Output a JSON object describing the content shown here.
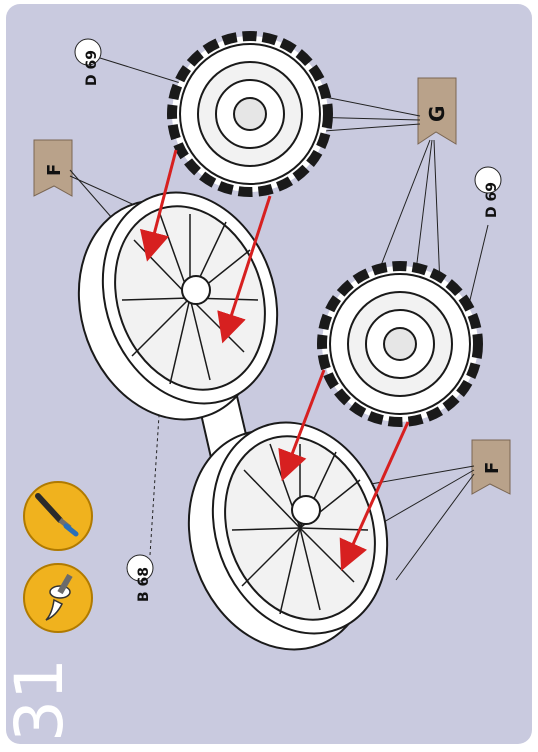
{
  "step_number": "31",
  "labels": {
    "d69_top": "D 69",
    "d69_right": "D 69",
    "b68": "B 68",
    "flag_f_top": "F",
    "flag_f_bottom": "F",
    "flag_g": "G"
  },
  "icons": [
    "glue-brush-icon",
    "paint-brush-icon"
  ],
  "colors": {
    "panel": "#c9cadf",
    "arrow": "#d72020",
    "flag": "#b9a28a",
    "icon_circle": "#f0b21e",
    "outline": "#1a1a1a"
  }
}
